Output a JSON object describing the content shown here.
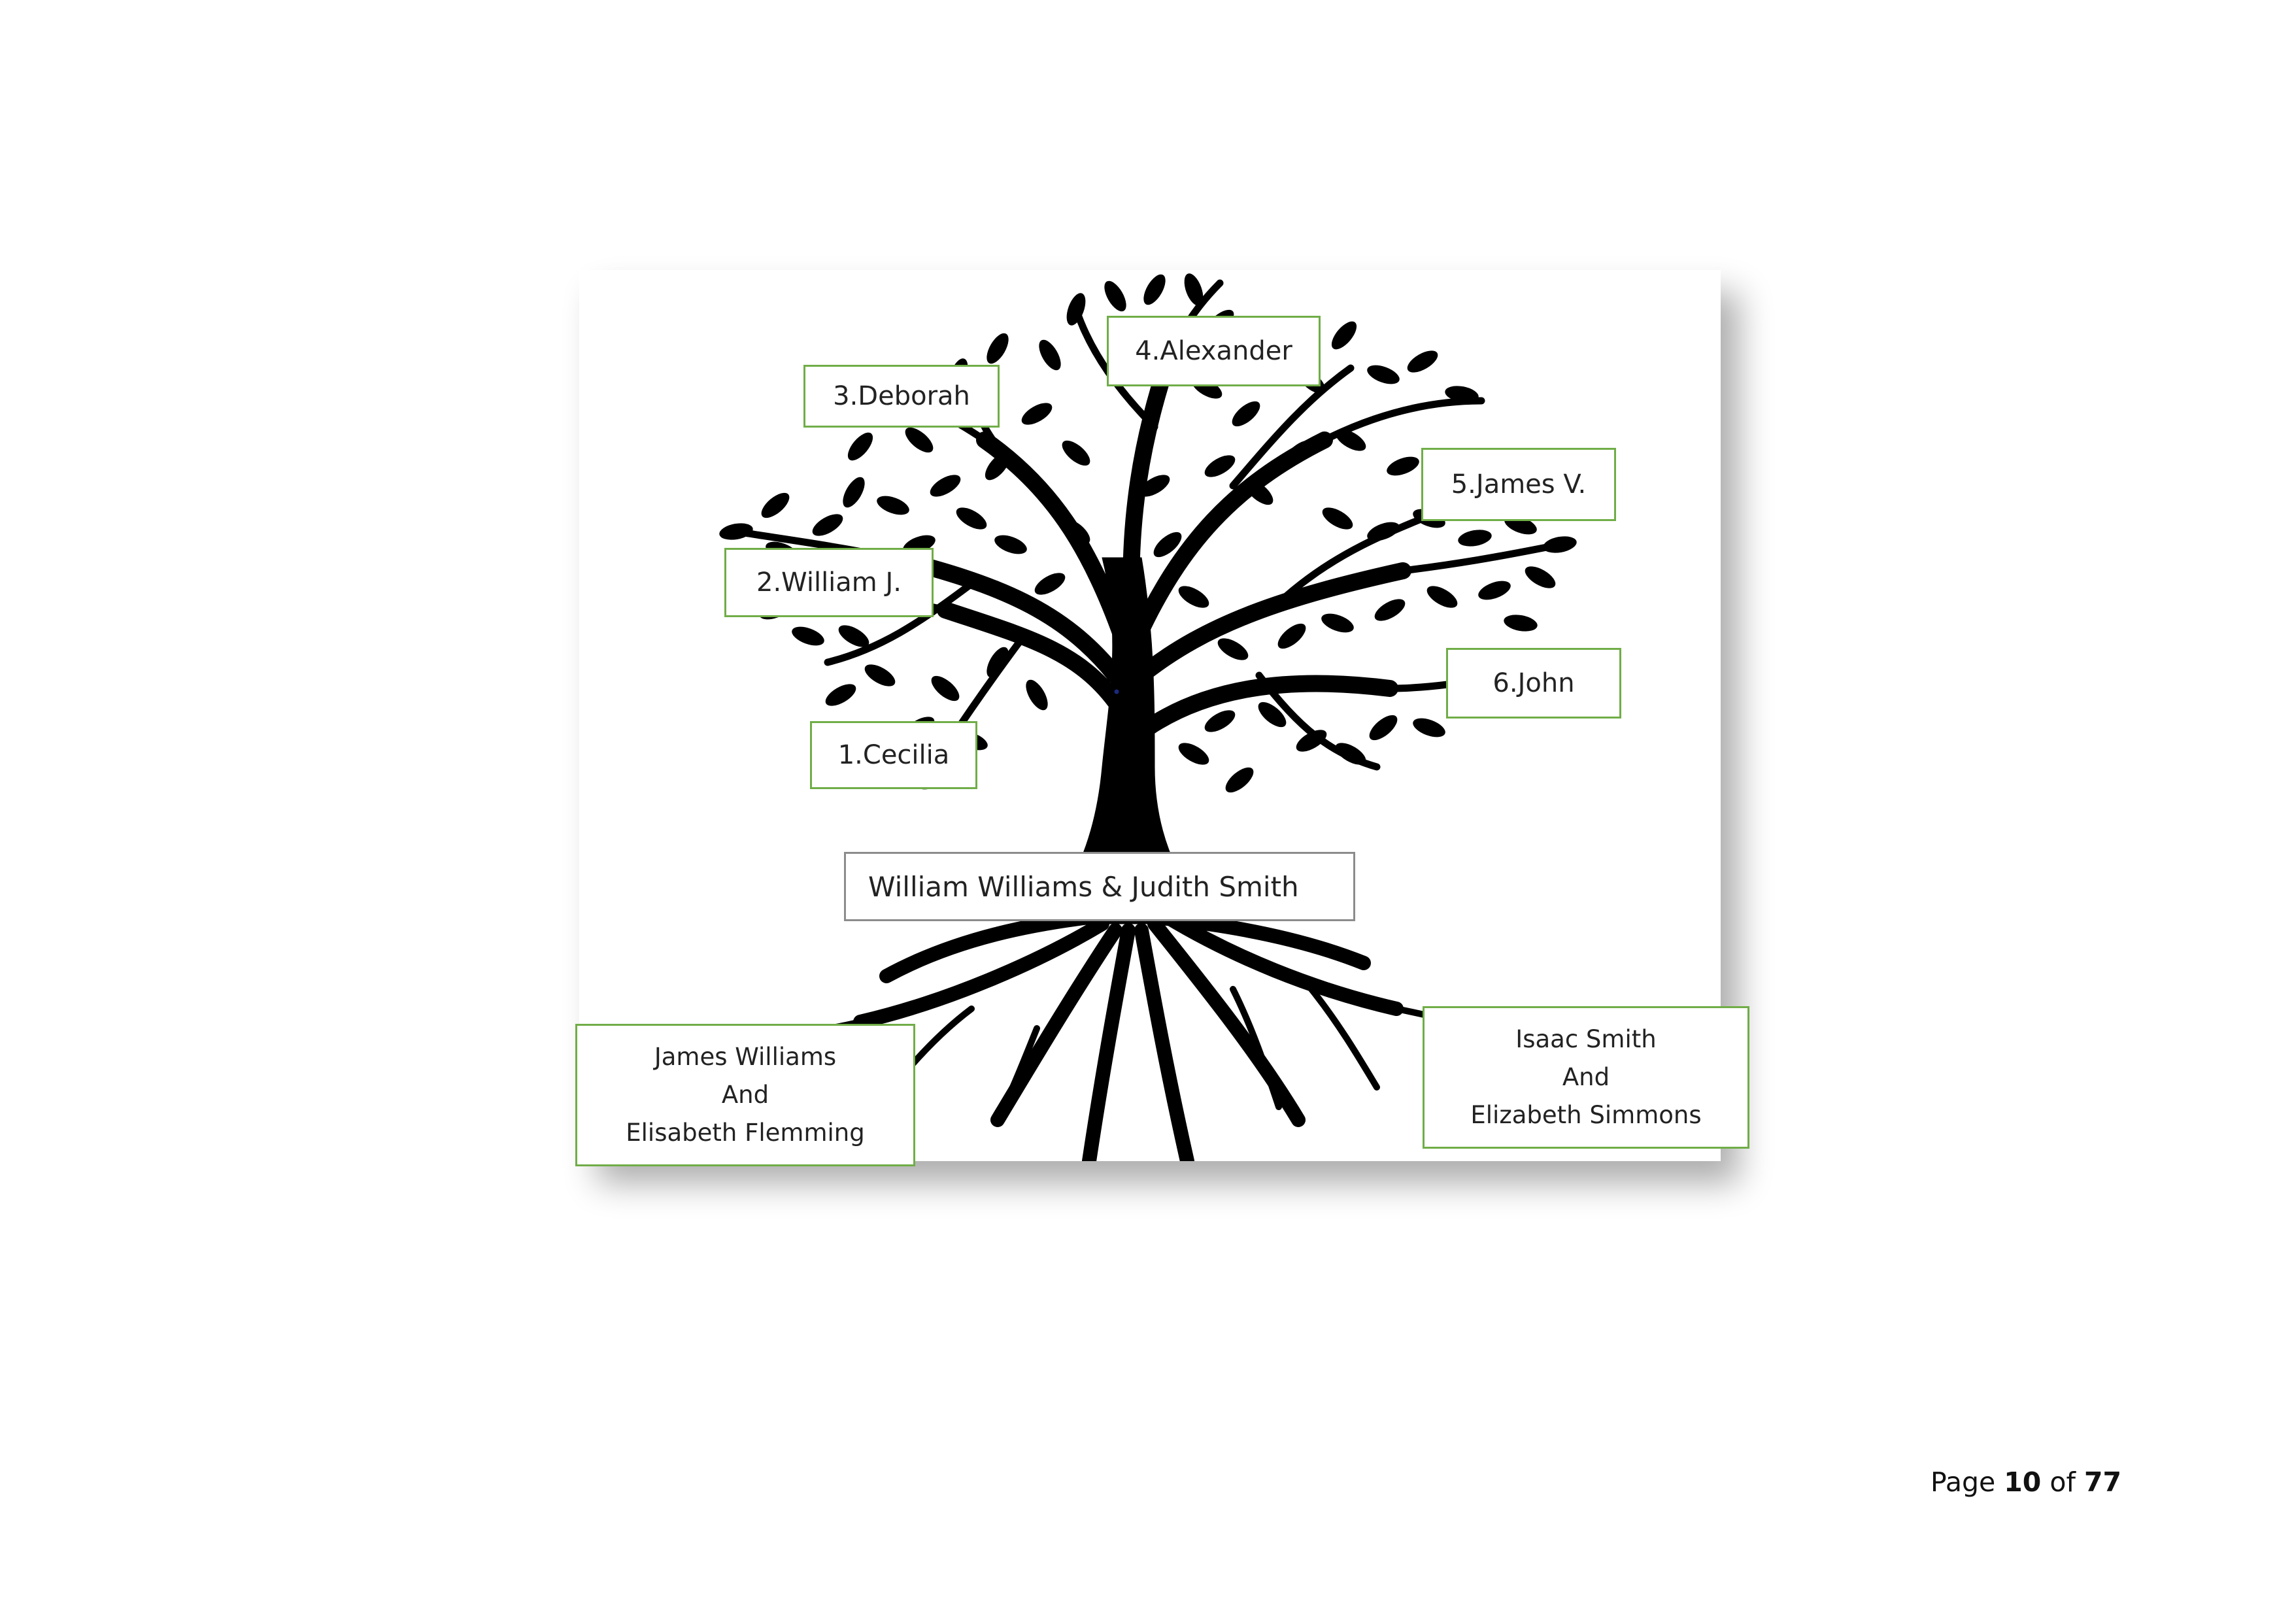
{
  "figure": {
    "children": {
      "cecilia": "1.Cecilia",
      "william_j": "2.William J.",
      "deborah": "3.Deborah",
      "alexander": "4.Alexander",
      "james_v": "5.James V.",
      "john": "6.John"
    },
    "couple": "William Williams  &  Judith Smith",
    "left_parents": [
      "James Williams",
      "And",
      "Elisabeth Flemming"
    ],
    "right_parents": [
      "Isaac Smith",
      "And",
      "Elizabeth Simmons"
    ]
  },
  "footer": {
    "page_word": "Page",
    "current_page": "10",
    "of_word": "of",
    "total_pages": "77"
  },
  "colors": {
    "box_border": "#70ad47",
    "couple_border": "#8c8c8c",
    "tree": "#000000"
  }
}
